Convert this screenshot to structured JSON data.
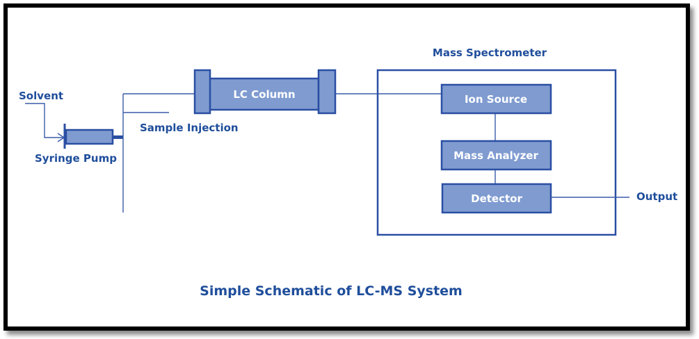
{
  "diagram": {
    "title": "Simple Schematic of LC-MS System",
    "colors": {
      "primary_text": "#1f4e9b",
      "box_fill": "#7f9bd0",
      "box_stroke": "#2a4fa3",
      "wire": "#3a5ca8",
      "frame": "#000000"
    },
    "nodes": {
      "solvent": "Solvent",
      "syringe_pump": "Syringe Pump",
      "sample_injection": "Sample Injection",
      "lc_column": "LC Column",
      "mass_spectrometer": "Mass Spectrometer",
      "ion_source": "Ion Source",
      "mass_analyzer": "Mass Analyzer",
      "detector": "Detector",
      "output": "Output"
    },
    "edges": [
      {
        "from": "Solvent",
        "to": "Syringe Pump"
      },
      {
        "from": "Syringe Pump",
        "to": "LC Column"
      },
      {
        "from": "Sample Injection",
        "to": "LC Column"
      },
      {
        "from": "LC Column",
        "to": "Ion Source"
      },
      {
        "from": "Ion Source",
        "to": "Mass Analyzer"
      },
      {
        "from": "Mass Analyzer",
        "to": "Detector"
      },
      {
        "from": "Detector",
        "to": "Output"
      }
    ]
  }
}
